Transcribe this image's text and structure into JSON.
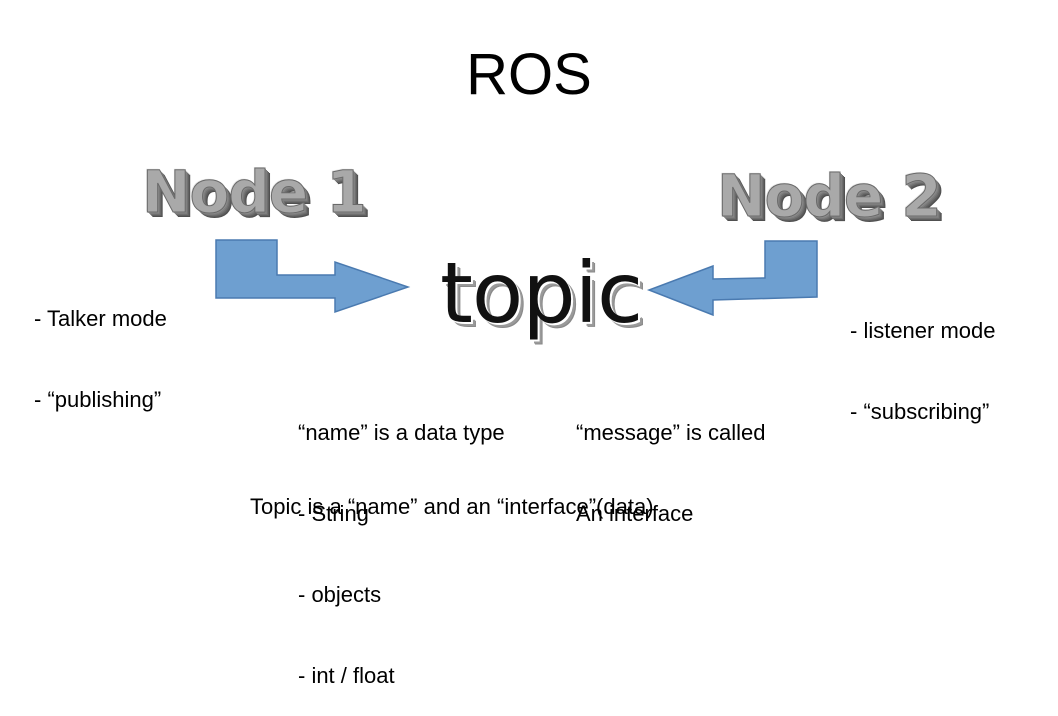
{
  "title": "ROS",
  "node1": {
    "label": "Node 1"
  },
  "node2": {
    "label": "Node 2"
  },
  "topic": {
    "label": "topic"
  },
  "left_notes": [
    "- Talker mode",
    "- “publishing”"
  ],
  "right_notes": [
    "- listener mode",
    "- “subscribing”"
  ],
  "name_notes": [
    "“name” is a data type",
    "- String",
    "- objects",
    "- int / float"
  ],
  "message_notes": [
    "“message” is called",
    "An interface"
  ],
  "summary": "Topic is a “name” and an “interface”(data)",
  "colors": {
    "arrow_fill": "#6e9fd0",
    "arrow_stroke": "#4a7ab0",
    "node_text": "#a9a9a9",
    "topic_text": "#111111"
  }
}
